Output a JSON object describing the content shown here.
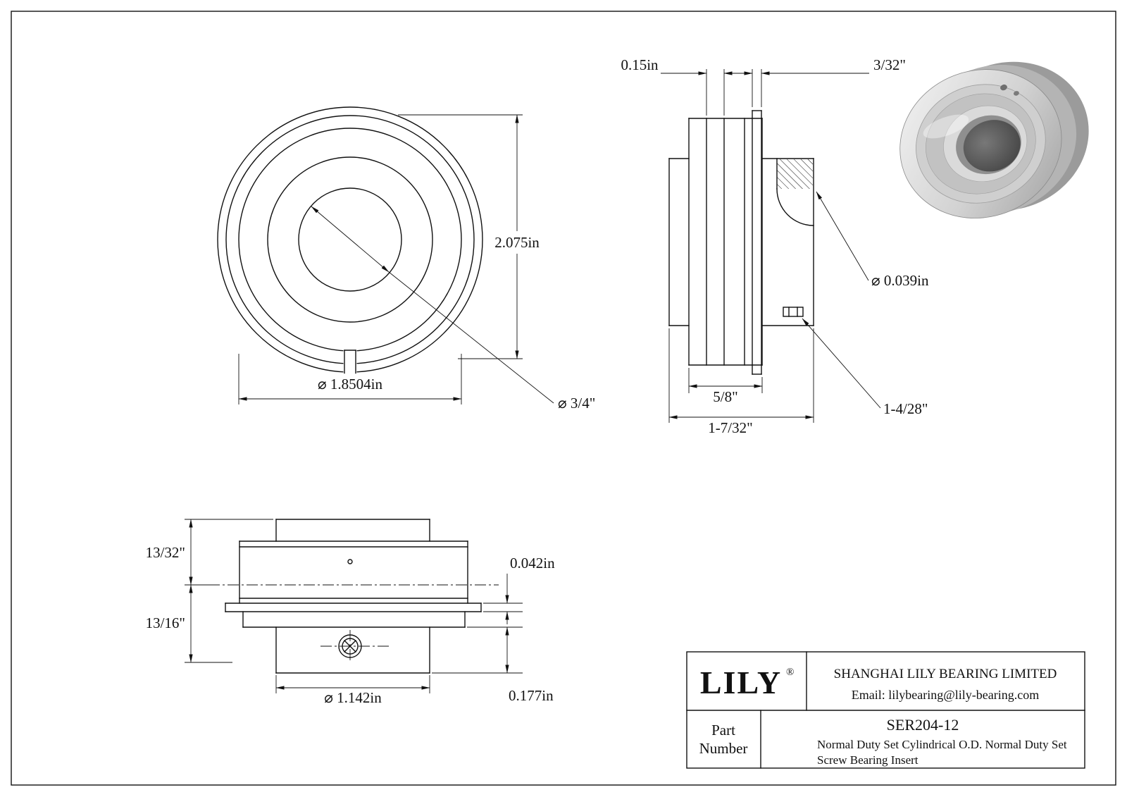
{
  "front_view": {
    "dim_od": "⌀ 1.8504in",
    "dim_height": "2.075in",
    "dim_bore": "⌀ 3/4\""
  },
  "side_view": {
    "dim_land": "0.15in",
    "dim_snap_ring": "3/32\"",
    "dim_outer_ring_width": "5/8\"",
    "dim_total_width": "1-7/32\"",
    "dim_lube_hole": "⌀ 0.039in",
    "dim_set_screw": "1-4/28\""
  },
  "bottom_view": {
    "dim_top_half": "13/32\"",
    "dim_bottom_half": "13/16\"",
    "dim_flange_lip": "0.042in",
    "dim_protrusion": "0.177in",
    "dim_bore_od": "⌀ 1.142in"
  },
  "title_block": {
    "logo_text": "LILY",
    "logo_registered": "®",
    "company_name": "SHANGHAI LILY BEARING LIMITED",
    "company_email": "Email: lilybearing@lily-bearing.com",
    "part_label_line1": "Part",
    "part_label_line2": "Number",
    "part_number": "SER204-12",
    "description_line1": "Normal Duty Set Cylindrical O.D. Normal Duty Set",
    "description_line2": "Screw Bearing Insert"
  },
  "colors": {
    "line": "#111111",
    "background": "#ffffff",
    "render_metal": "#c0c0c0"
  }
}
